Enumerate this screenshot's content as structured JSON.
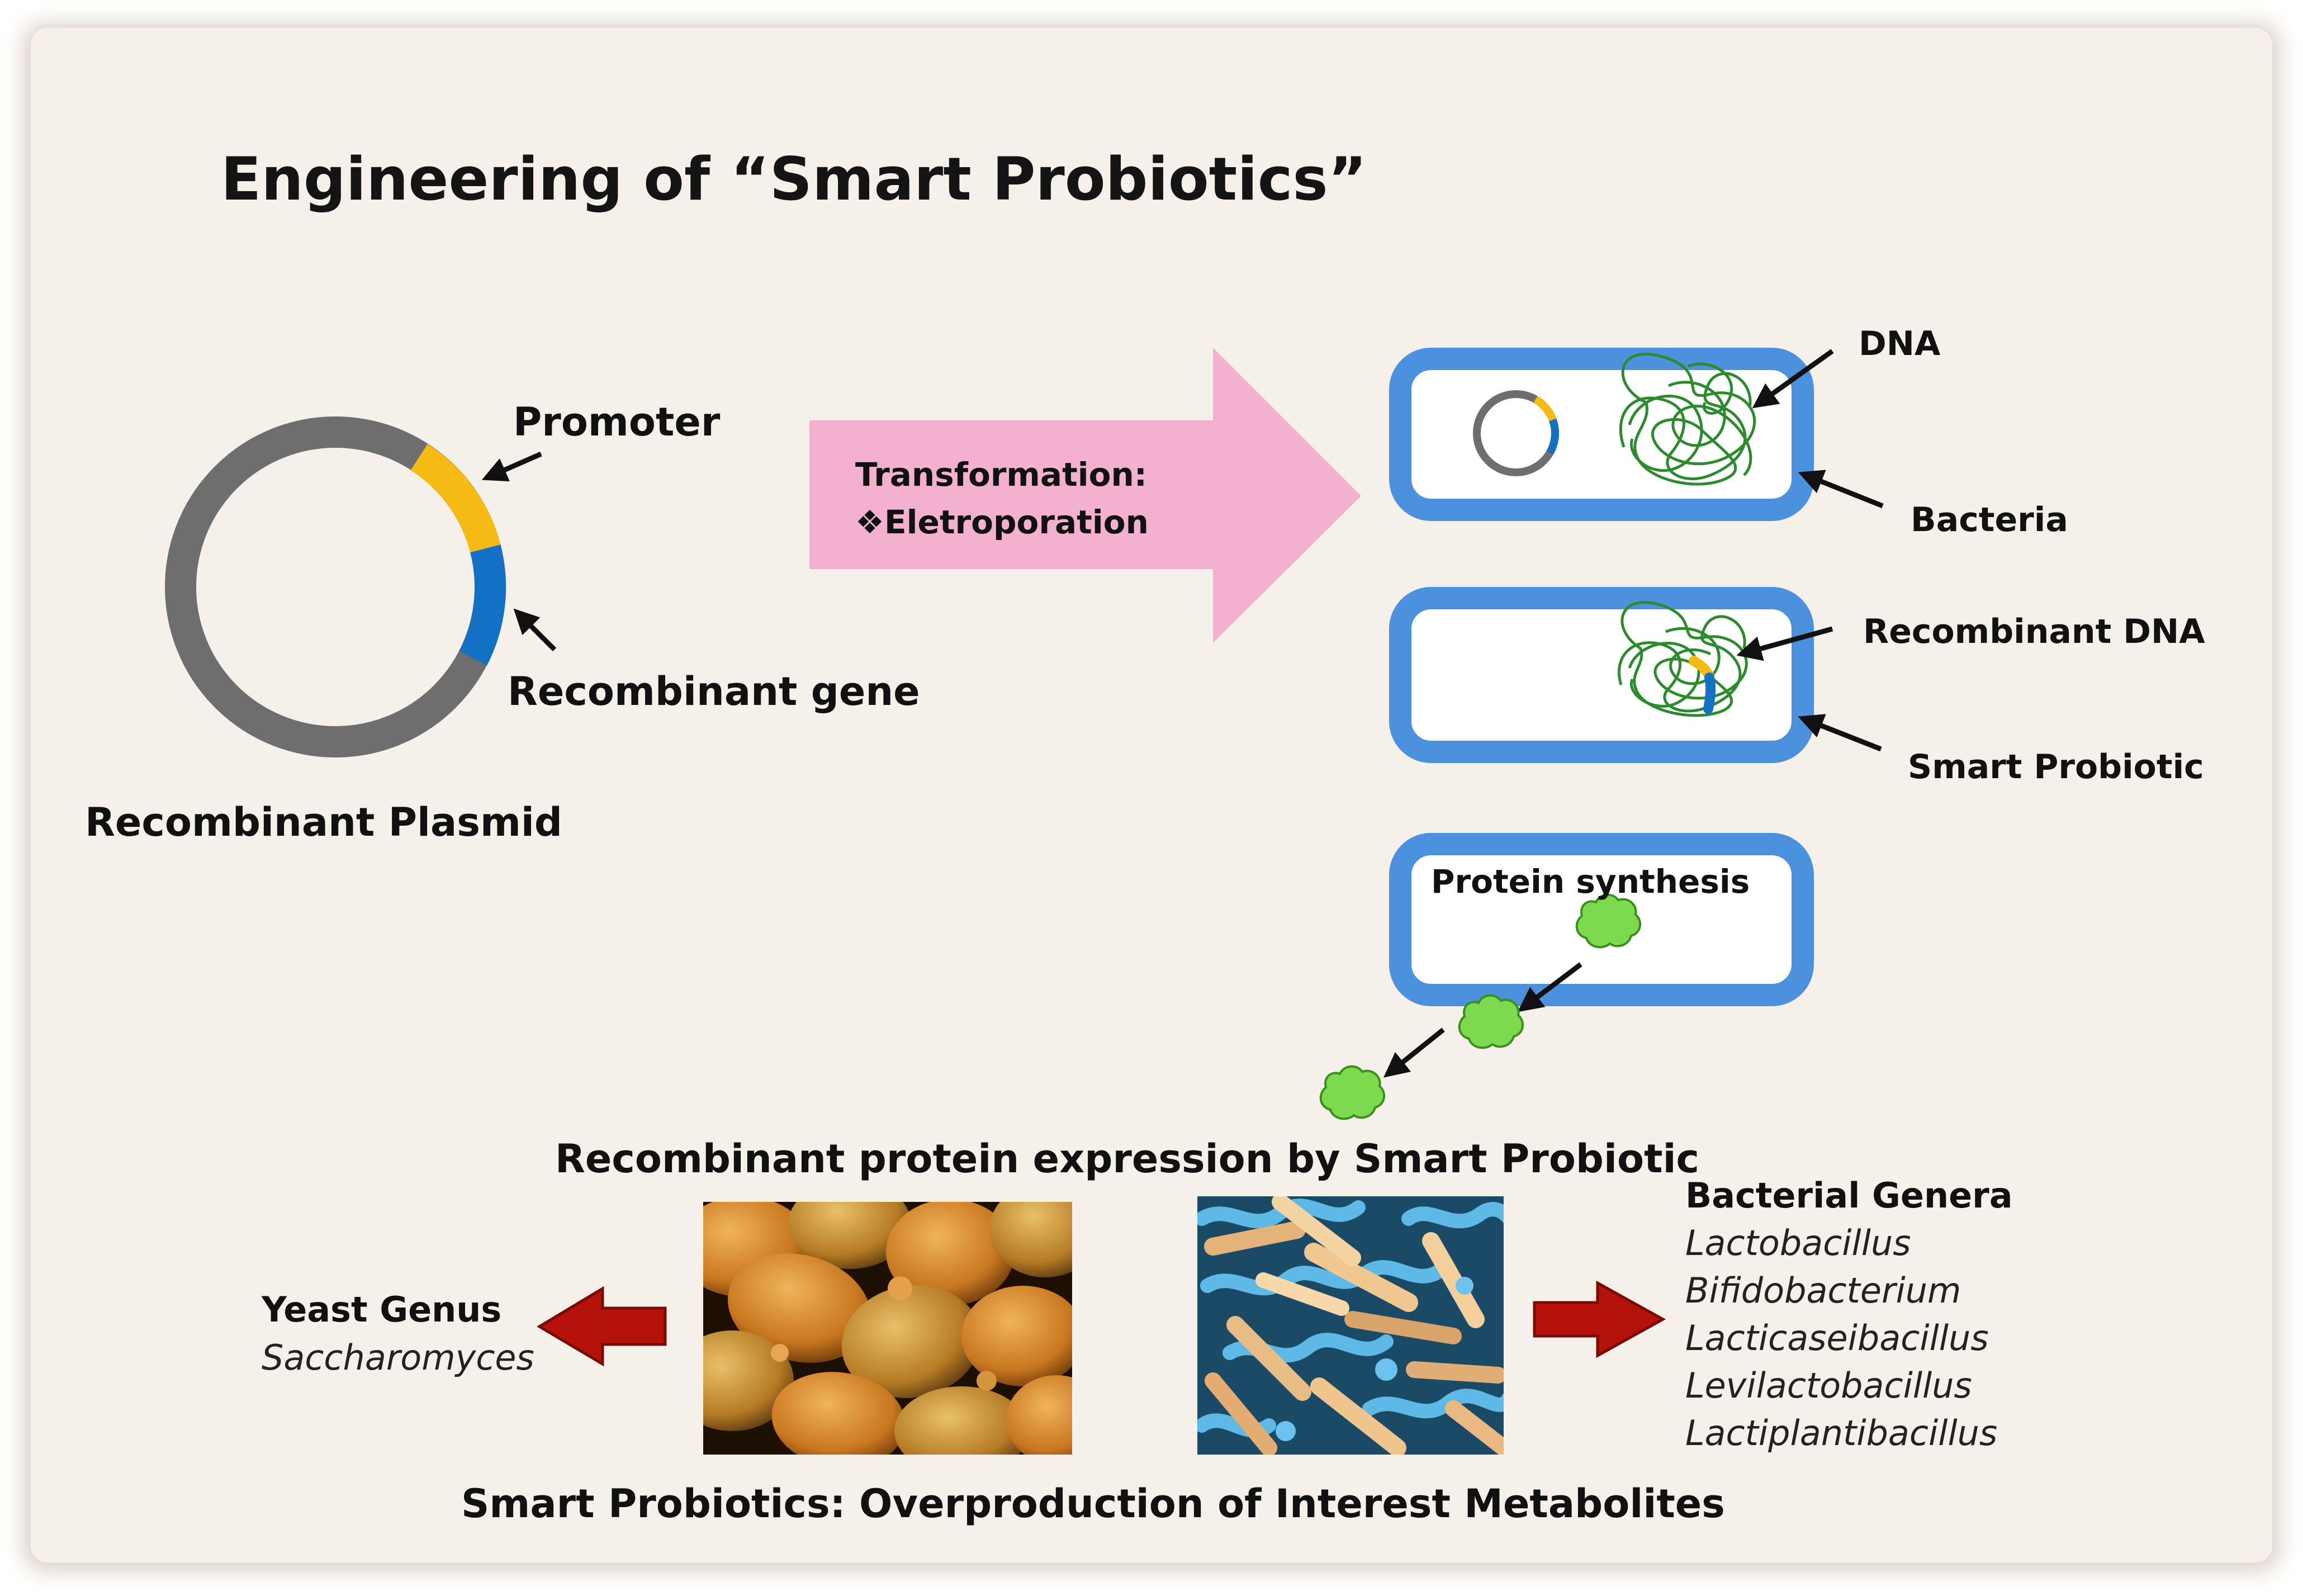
{
  "title": "Engineering of “Smart Probiotics”",
  "plasmid": {
    "promoter_label": "Promoter",
    "gene_label": "Recombinant gene",
    "caption": "Recombinant Plasmid"
  },
  "transformation": {
    "line1": "Transformation:",
    "line2": "❖Eletroporation"
  },
  "cells": {
    "dna_label": "DNA",
    "bacteria_label": "Bacteria",
    "recombinant_dna_label": "Recombinant DNA",
    "smart_probiotic_label": "Smart Probiotic",
    "protein_synthesis_label": "Protein synthesis"
  },
  "expression_caption": "Recombinant protein expression by Smart Probiotic",
  "yeast": {
    "heading": "Yeast Genus",
    "genus": "Saccharomyces"
  },
  "bacteria": {
    "heading": "Bacterial Genera",
    "genera": [
      "Lactobacillus",
      "Bifidobacterium",
      "Lacticaseibacillus",
      "Levilactobacillus",
      "Lactiplantibacillus"
    ]
  },
  "footer": "Smart Probiotics: Overproduction of Interest Metabolites",
  "colors": {
    "background": "#f6f0ea",
    "plasmid_backbone": "#6e6e6e",
    "promoter": "#f5bb14",
    "gene": "#1470c4",
    "cell_border": "#4c91dd",
    "arrow_pink": "#f4b1cf",
    "dna_strand": "#2e8a2e",
    "protein": "#7dd94e",
    "red_arrow": "#b5120b"
  }
}
